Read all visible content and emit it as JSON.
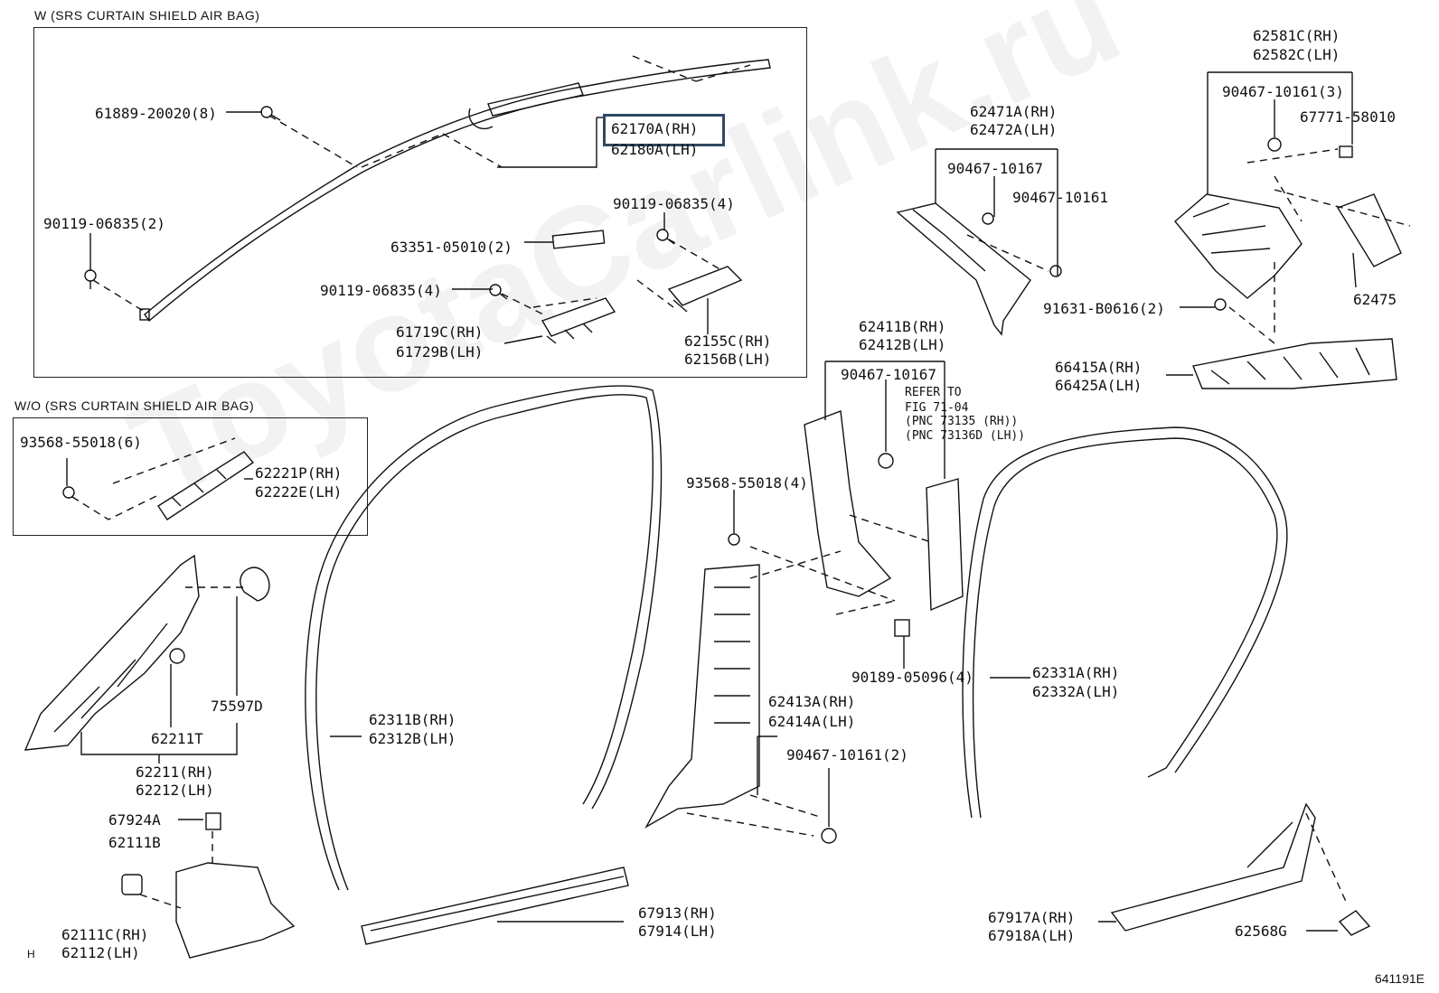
{
  "diagram": {
    "figure_number": "641191E",
    "corner_mark": "H",
    "watermark": "ToyotaCarlink.ru",
    "boxes": {
      "with_airbag": "W (SRS CURTAIN SHIELD AIR BAG)",
      "without_airbag": "W/O (SRS CURTAIN SHIELD AIR BAG)"
    },
    "reference_note": [
      "REFER TO",
      "FIG 71-04",
      "(PNC 73135 (RH))",
      "(PNC 73136D (LH))"
    ],
    "labels": {
      "p61889": "61889-20020(8)",
      "p62170": "62170A(RH)",
      "p62180": "62180A(LH)",
      "p90119a": "90119-06835(2)",
      "p90119b": "90119-06835(4)",
      "p63351": "63351-05010(2)",
      "p90119c": "90119-06835(4)",
      "p61719": "61719C(RH)",
      "p61729": "61729B(LH)",
      "p62155": "62155C(RH)",
      "p62156": "62156B(LH)",
      "p93568a": "93568-55018(6)",
      "p62221": "62221P(RH)",
      "p62222": "62222E(LH)",
      "p62471": "62471A(RH)",
      "p62472": "62472A(LH)",
      "p90467a": "90467-10167",
      "p90467b": "90467-10161",
      "p62581": "62581C(RH)",
      "p62582": "62582C(LH)",
      "p90467c": "90467-10161(3)",
      "p67771": "67771-58010",
      "p62475": "62475",
      "p91631": "91631-B0616(2)",
      "p62411": "62411B(RH)",
      "p62412": "62412B(LH)",
      "p90467d": "90467-10167",
      "p66415": "66415A(RH)",
      "p66425": "66425A(LH)",
      "p93568b": "93568-55018(4)",
      "p75597": "75597D",
      "p62211t": "62211T",
      "p62211": "62211(RH)",
      "p62212": "62212(LH)",
      "p62311": "62311B(RH)",
      "p62312": "62312B(LH)",
      "p90189": "90189-05096(4)",
      "p62331": "62331A(RH)",
      "p62332": "62332A(LH)",
      "p62413": "62413A(RH)",
      "p62414": "62414A(LH)",
      "p90467e": "90467-10161(2)",
      "p67924": "67924A",
      "p62111b": "62111B",
      "p62111": "62111C(RH)",
      "p62112": "62112(LH)",
      "p67913": "67913(RH)",
      "p67914": "67914(LH)",
      "p67917": "67917A(RH)",
      "p67918": "67918A(LH)",
      "p62568": "62568G"
    }
  }
}
